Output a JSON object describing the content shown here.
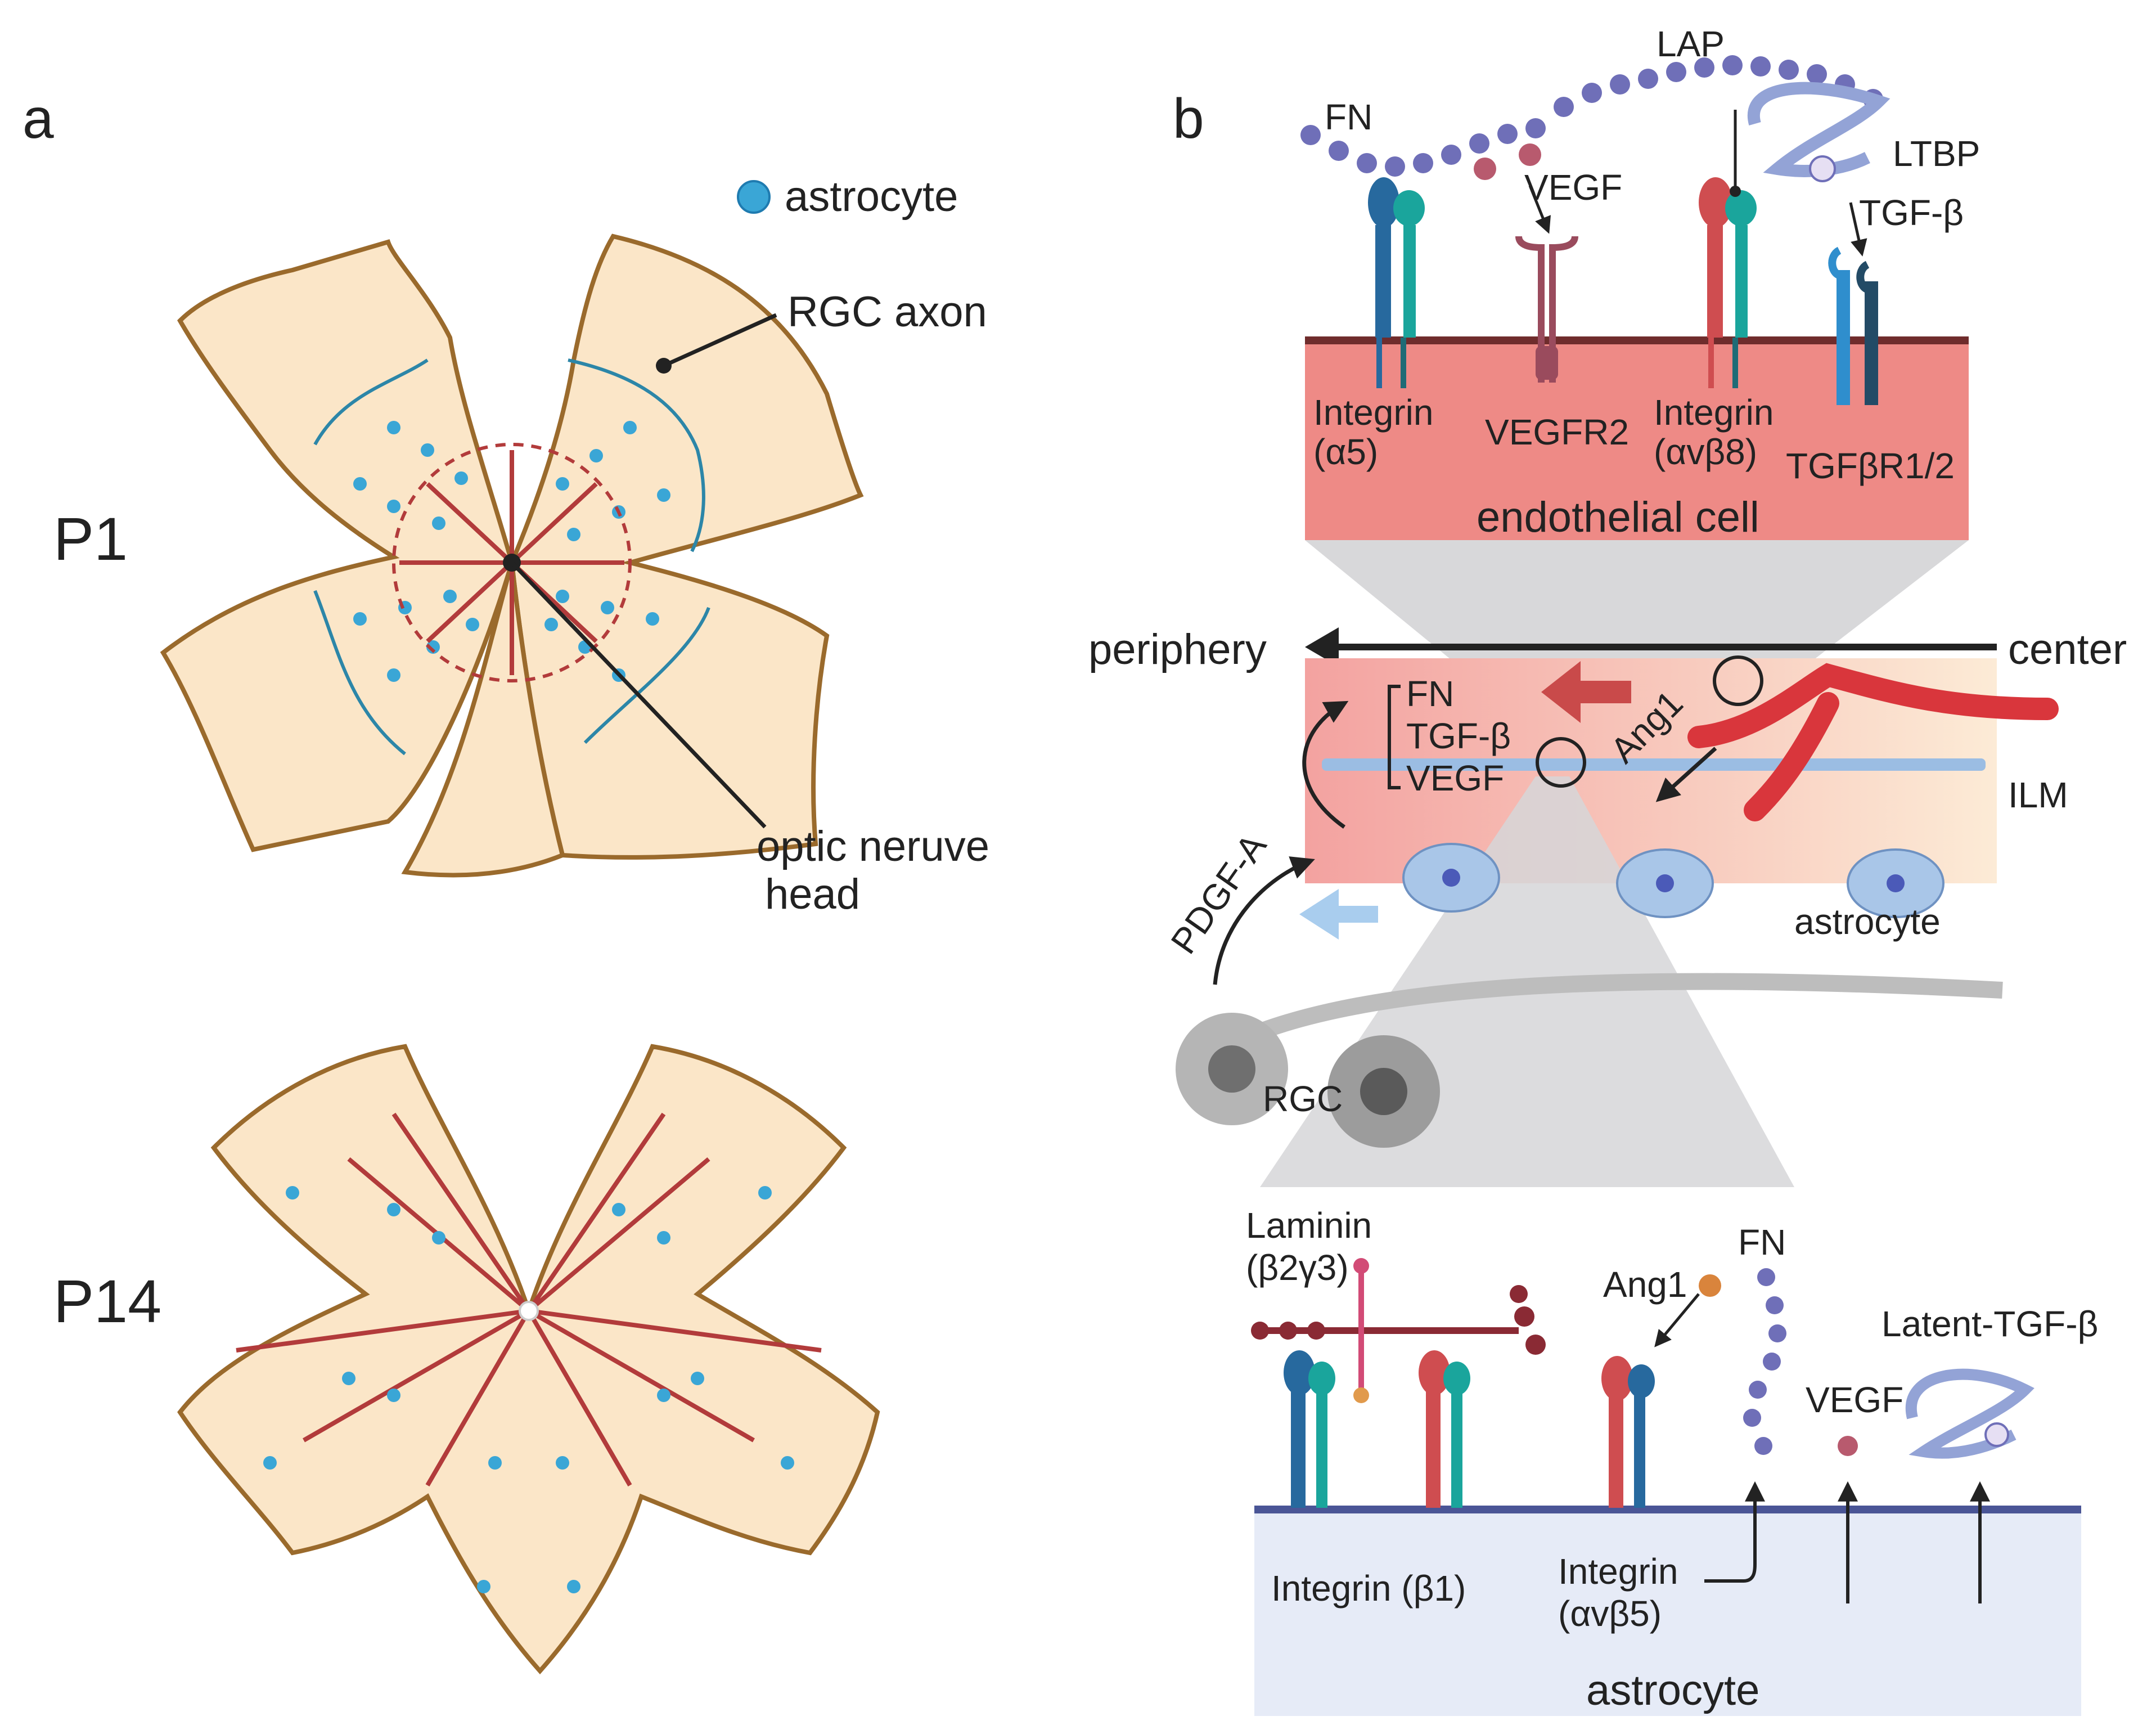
{
  "panels": {
    "a": "a",
    "b": "b"
  },
  "panel_a": {
    "legend": "astrocyte",
    "rgc_axon": "RGC axon",
    "stage_p1": "P1",
    "stage_p14": "P14",
    "onh_line1": "optic neruve",
    "onh_line2": "head"
  },
  "endothelial": {
    "fn": "FN",
    "lap": "LAP",
    "ltbp": "LTBP",
    "vegf": "VEGF",
    "tgfb": "TGF-β",
    "integrin_a5_1": "Integrin",
    "integrin_a5_2": "(α5)",
    "vegfr2": "VEGFR2",
    "integrin_avb8_1": "Integrin",
    "integrin_avb8_2": "(αvβ8)",
    "tgfbr": "TGFβR1/2",
    "cell": "endothelial cell"
  },
  "retina": {
    "periphery": "periphery",
    "center": "center",
    "fn": "FN",
    "tgfb": "TGF-β",
    "vegf": "VEGF",
    "ang1": "Ang1",
    "ilm": "ILM",
    "pdgfa": "PDGF-A",
    "astrocyte": "astrocyte",
    "rgc": "RGC"
  },
  "astrocyte_cell": {
    "laminin_1": "Laminin",
    "laminin_2": "(β2γ3)",
    "ang1": "Ang1",
    "fn": "FN",
    "latent_tgfb": "Latent-TGF-β",
    "vegf": "VEGF",
    "integrin_b1": "Integrin (β1)",
    "integrin_avb5_1": "Integrin",
    "integrin_avb5_2": "(αvβ5)",
    "cell": "astrocyte"
  },
  "colors": {
    "retina_fill": "#fbe6c8",
    "retina_border": "#9a6a2c",
    "astrocyte": "#3aa6d6",
    "vessel": "#b23b3b",
    "endothelial": "#ee8a86",
    "astrocyte_cell": "#e6ebf7"
  }
}
